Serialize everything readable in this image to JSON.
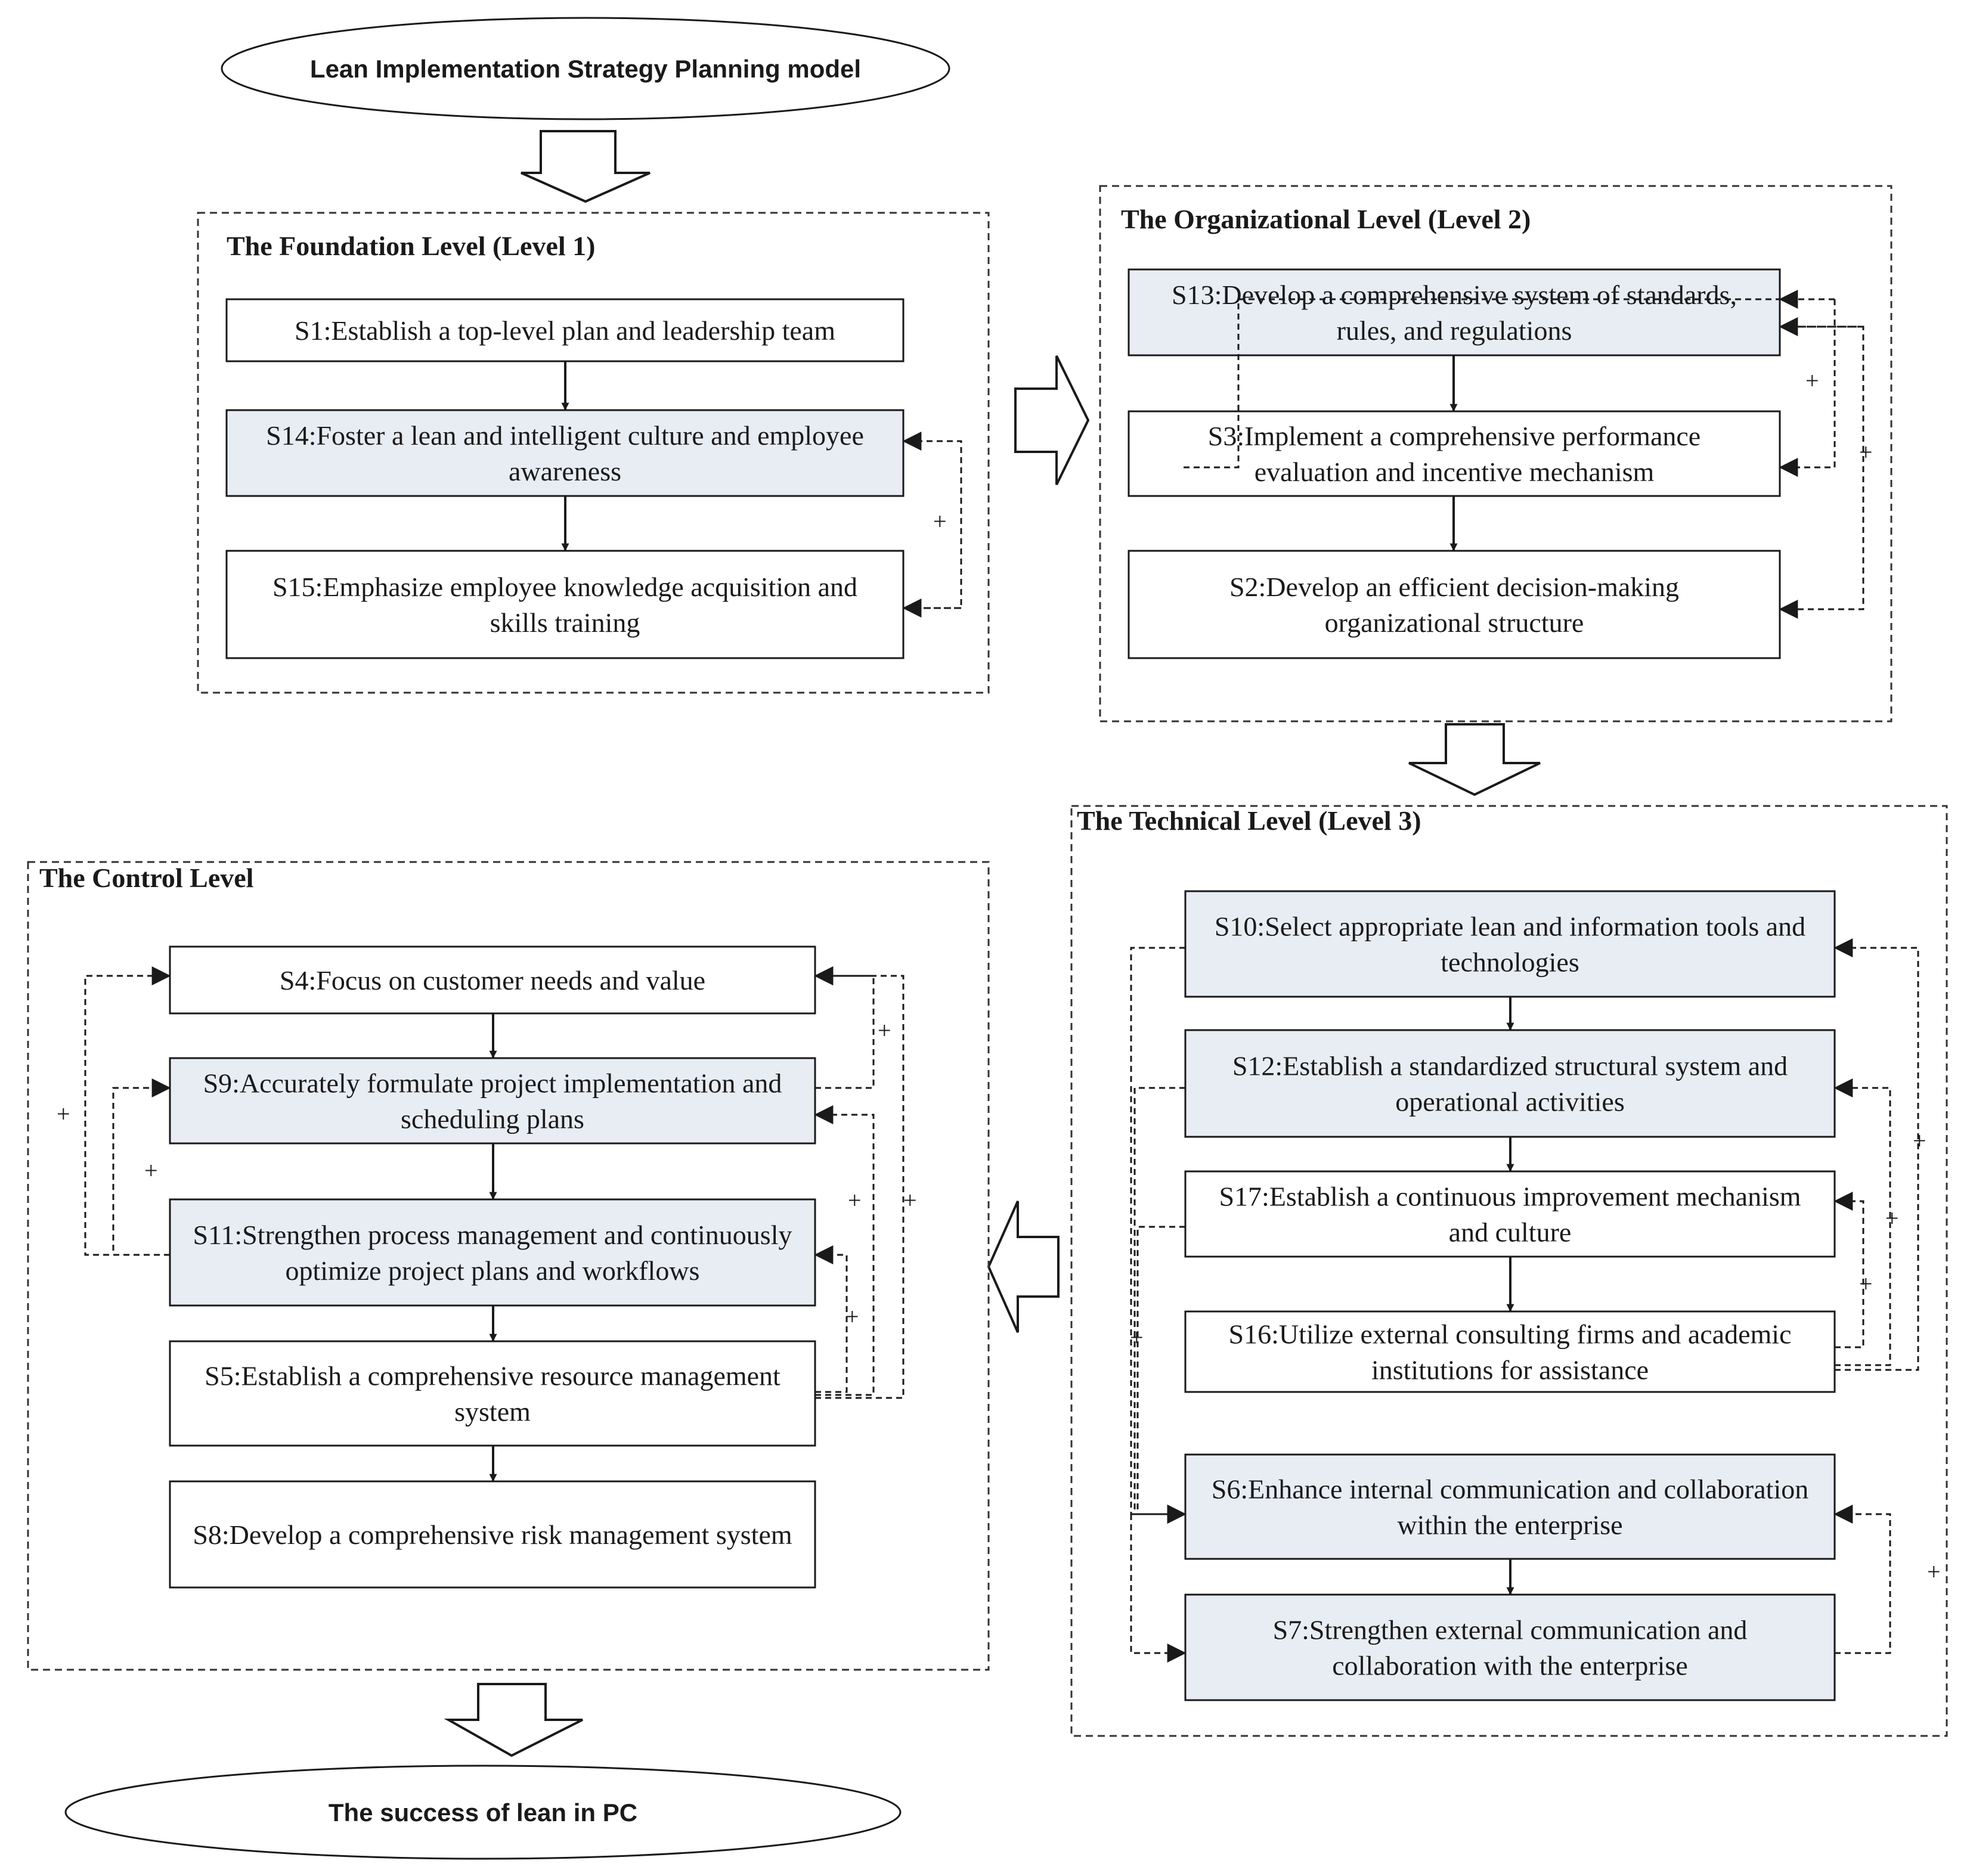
{
  "start_label": "Lean Implementation Strategy Planning model",
  "end_label": "The success of lean in PC",
  "feedback_sign": "+",
  "colors": {
    "highlight": "#e8ecf3",
    "plain": "#ffffff",
    "line": "#1a1a1a"
  },
  "levels": {
    "foundation": {
      "title": "The Foundation Level (Level 1)",
      "s1": [
        "S1:Establish a top-level plan and leadership team"
      ],
      "s14": [
        "S14:Foster a lean and intelligent culture and employee",
        "awareness"
      ],
      "s15": [
        "S15:Emphasize employee knowledge acquisition and",
        "skills training"
      ]
    },
    "organizational": {
      "title": "The Organizational Level (Level 2)",
      "s13": [
        "S13:Develop a comprehensive system of standards,",
        "rules, and regulations"
      ],
      "s3": [
        "S3:Implement a comprehensive performance",
        "evaluation and incentive mechanism"
      ],
      "s2": [
        "S2:Develop an efficient decision-making",
        "organizational structure"
      ]
    },
    "technical": {
      "title": "The Technical Level (Level 3)",
      "s10": [
        "S10:Select appropriate lean and information tools and",
        "technologies"
      ],
      "s12": [
        "S12:Establish a standardized structural system and",
        "operational activities"
      ],
      "s17": [
        "S17:Establish a continuous improvement mechanism",
        "and culture"
      ],
      "s16": [
        "S16:Utilize external consulting firms and academic",
        "institutions for assistance"
      ],
      "s6": [
        "S6:Enhance internal communication and collaboration",
        "within the enterprise"
      ],
      "s7": [
        "S7:Strengthen external communication and",
        "collaboration with the enterprise"
      ]
    },
    "control": {
      "title": "The Control Level",
      "s4": [
        "S4:Focus on customer needs and value"
      ],
      "s9": [
        "S9:Accurately formulate project implementation and",
        "scheduling plans"
      ],
      "s11": [
        "S11:Strengthen process management and continuously",
        "optimize project plans and workflows"
      ],
      "s5": [
        "S5:Establish a comprehensive resource management",
        "system"
      ],
      "s8": [
        "S8:Develop a comprehensive risk management system"
      ]
    }
  }
}
